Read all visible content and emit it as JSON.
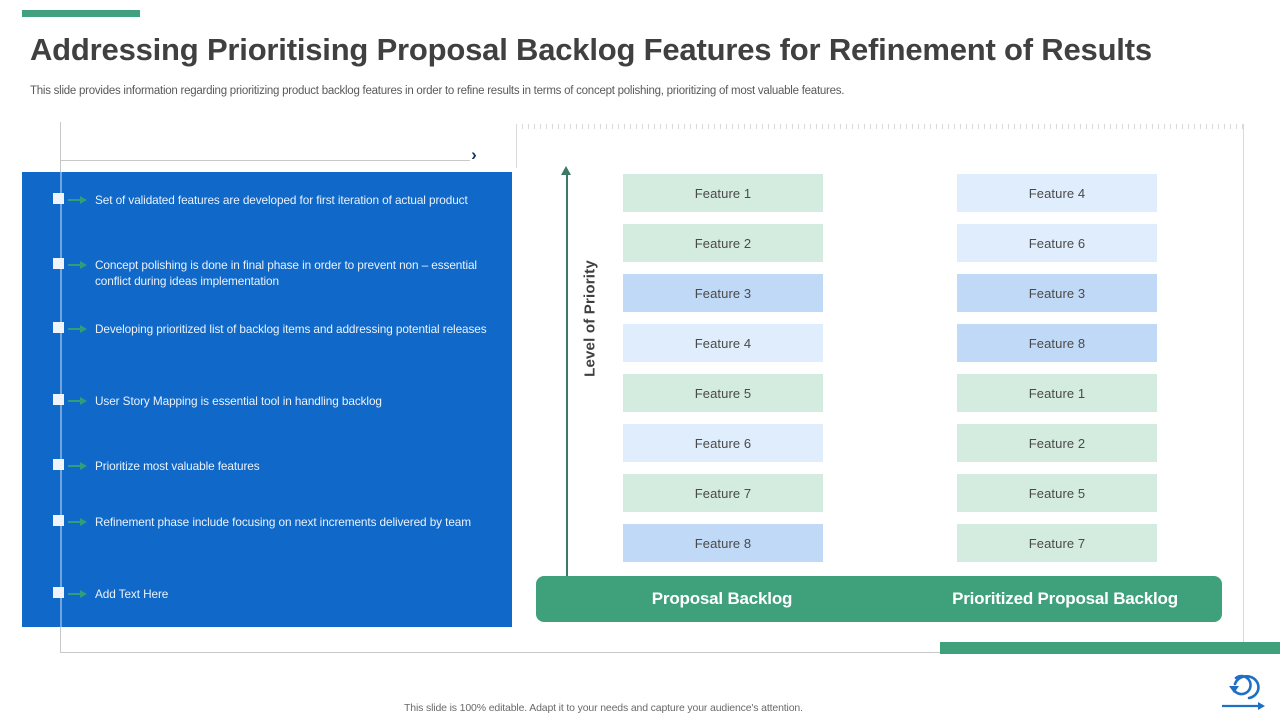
{
  "header": {
    "title": "Addressing Prioritising Proposal Backlog Features for Refinement of Results",
    "subtitle": "This slide provides information regarding prioritizing product backlog features in order to refine results in terms of concept polishing, prioritizing of most valuable features.",
    "accent_color": "#40a080"
  },
  "left_panel": {
    "background_color": "#1068c8",
    "bullets": [
      {
        "text": "Set of validated  features  are  developed   for first iteration  of actual  product"
      },
      {
        "text": "Concept  polishing  is done in final  phase in order  to prevent  non – essential  conflict during  ideas  implementation"
      },
      {
        "text": "Developing   prioritized  list of backlog items and addressing potential  releases"
      },
      {
        "text": "User  Story Mapping  is essential tool in handling  backlog"
      },
      {
        "text": "Prioritize most valuable  features"
      },
      {
        "text": "Refinement  phase  include focusing  on next increments delivered by team"
      },
      {
        "text": "Add Text Here"
      }
    ]
  },
  "right_panel": {
    "axis_label": "Level of Priority",
    "axis_color": "#3d7a63",
    "colors": {
      "green": "#d4ebe0",
      "blue_dark": "#bfd9f7",
      "blue_light": "#e0edfc"
    },
    "columns": [
      {
        "name": "proposal-backlog",
        "footer_label": "Proposal Backlog",
        "items": [
          {
            "label": "Feature 1",
            "color": "green"
          },
          {
            "label": "Feature 2",
            "color": "green"
          },
          {
            "label": "Feature 3",
            "color": "blue_dark"
          },
          {
            "label": "Feature 4",
            "color": "blue_light"
          },
          {
            "label": "Feature 5",
            "color": "green"
          },
          {
            "label": "Feature 6",
            "color": "blue_light"
          },
          {
            "label": "Feature 7",
            "color": "green"
          },
          {
            "label": "Feature 8",
            "color": "blue_dark"
          }
        ]
      },
      {
        "name": "prioritized-proposal-backlog",
        "footer_label": "Prioritized Proposal Backlog",
        "items": [
          {
            "label": "Feature 4",
            "color": "blue_light"
          },
          {
            "label": "Feature 6",
            "color": "blue_light"
          },
          {
            "label": "Feature 3",
            "color": "blue_dark"
          },
          {
            "label": "Feature 8",
            "color": "blue_dark"
          },
          {
            "label": "Feature 1",
            "color": "green"
          },
          {
            "label": "Feature 2",
            "color": "green"
          },
          {
            "label": "Feature 5",
            "color": "green"
          },
          {
            "label": "Feature 7",
            "color": "green"
          }
        ]
      }
    ],
    "footer_bar_color": "#3fa07c"
  },
  "footer": {
    "note": "This slide is 100% editable. Adapt it to your needs and capture your audience's attention.",
    "logo_color": "#1f6fc4"
  },
  "icons": {
    "chevron_right": "›",
    "bullet_marker": "square-marker",
    "bullet_arrow": "arrow-right-icon",
    "logo": "cycle-loop-logo"
  }
}
